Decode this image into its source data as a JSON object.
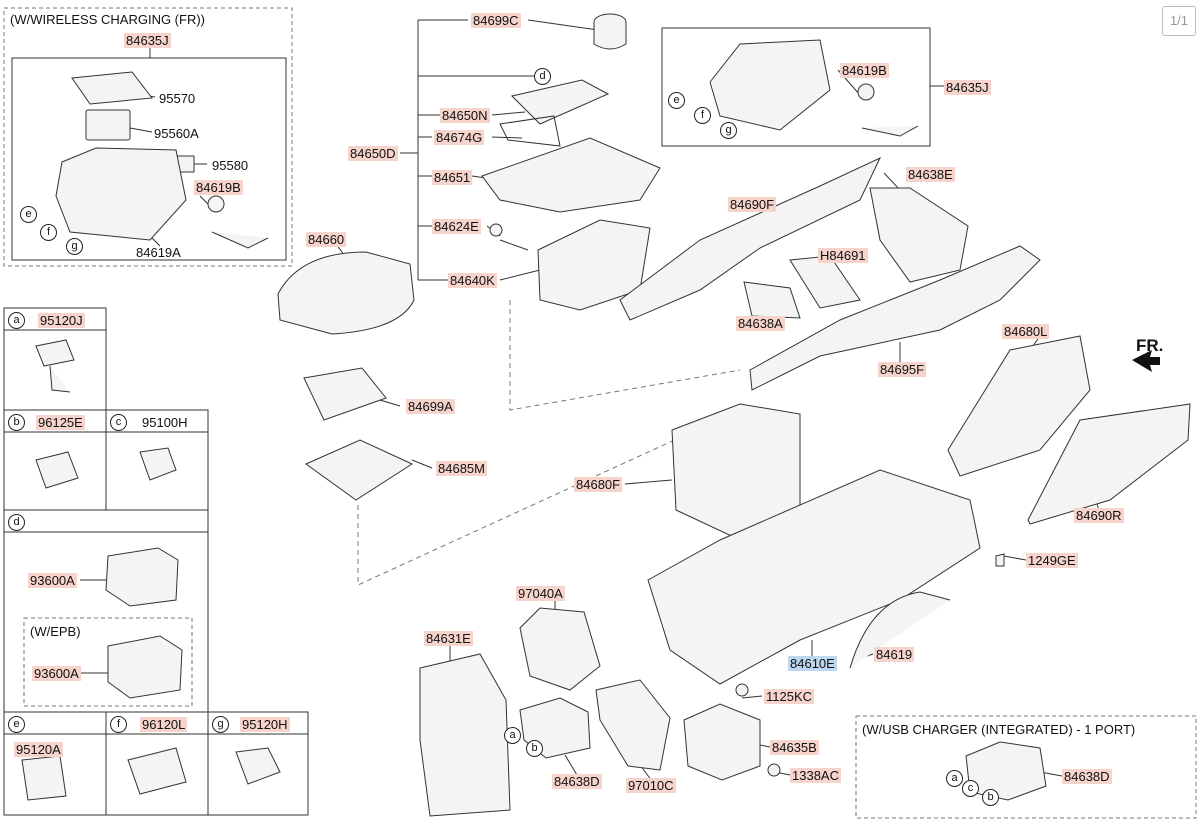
{
  "page_indicator": "1/1",
  "direction_label": "FR.",
  "groups": {
    "wireless": "(W/WIRELESS CHARGING (FR))",
    "epb": "(W/EPB)",
    "usb": "(W/USB CHARGER (INTEGRATED) - 1 PORT)"
  },
  "cells": {
    "a": {
      "letter": "a",
      "part": "95120J"
    },
    "b": {
      "letter": "b",
      "part": "96125E"
    },
    "c": {
      "letter": "c",
      "part": "95100H"
    },
    "d": {
      "letter": "d"
    },
    "e": {
      "letter": "e",
      "part": "95120A"
    },
    "f": {
      "letter": "f",
      "part": "96120L"
    },
    "g": {
      "letter": "g",
      "part": "95120H"
    }
  },
  "labels": {
    "p84635J_a": "84635J",
    "p95570": "95570",
    "p95560A": "95560A",
    "p95580": "95580",
    "p84619B_a": "84619B",
    "p84619A": "84619A",
    "p84699C": "84699C",
    "p84650N": "84650N",
    "p84674G": "84674G",
    "p84650D": "84650D",
    "p84651": "84651",
    "p84624E": "84624E",
    "p84640K": "84640K",
    "p84660": "84660",
    "p84699A": "84699A",
    "p84685M": "84685M",
    "p84619B_b": "84619B",
    "p84635J_b": "84635J",
    "p84638E": "84638E",
    "p84690F": "84690F",
    "pH84691": "H84691",
    "p84638A": "84638A",
    "p84695F": "84695F",
    "p84680L": "84680L",
    "p84690R": "84690R",
    "p84680F": "84680F",
    "p1249GE": "1249GE",
    "p93600A_a": "93600A",
    "p93600A_b": "93600A",
    "p97040A": "97040A",
    "p84631E": "84631E",
    "p84610E": "84610E",
    "p84619": "84619",
    "p1125KC": "1125KC",
    "p84635B": "84635B",
    "p1338AC": "1338AC",
    "p84638D_a": "84638D",
    "p97010C": "97010C",
    "p84638D_b": "84638D"
  },
  "callouts": {
    "d": "d",
    "e1": "e",
    "f1": "f",
    "g1": "g",
    "e2": "e",
    "f2": "f",
    "g2": "g",
    "a1": "a",
    "b1": "b",
    "a2": "a",
    "b2": "b",
    "c2": "c"
  }
}
